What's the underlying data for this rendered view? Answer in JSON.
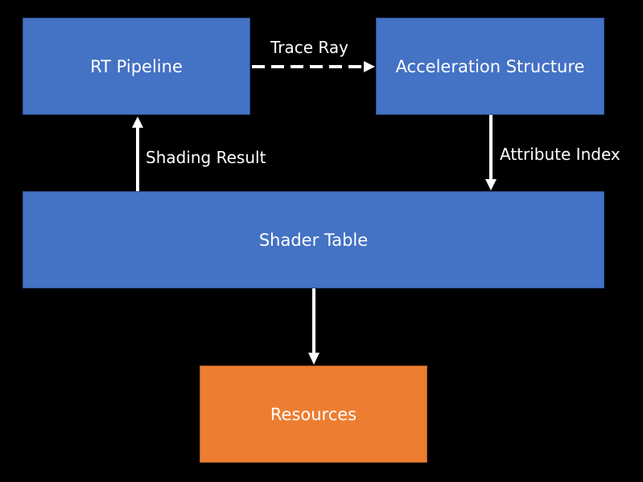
{
  "nodes": {
    "rt_pipeline": "RT Pipeline",
    "acceleration_structure": "Acceleration Structure",
    "shader_table": "Shader Table",
    "resources": "Resources"
  },
  "edges": {
    "trace_ray": "Trace Ray",
    "shading_result": "Shading Result",
    "attribute_index": "Attribute Index"
  },
  "colors": {
    "background": "#000000",
    "box_blue": "#4472c4",
    "box_orange": "#ed7d31",
    "text": "#ffffff"
  }
}
